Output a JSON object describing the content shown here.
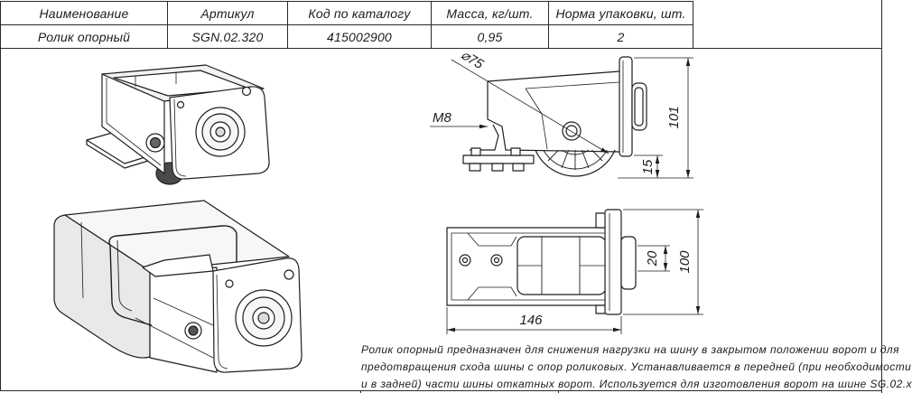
{
  "spec_table": {
    "headers": [
      "Наименование",
      "Артикул",
      "Код по каталогу",
      "Масса, кг/шт.",
      "Норма упаковки, шт."
    ],
    "rows": [
      [
        "Ролик опорный",
        "SGN.02.320",
        "415002900",
        "0,95",
        "2"
      ]
    ]
  },
  "side_view": {
    "diameter": "⌀75",
    "thread": "M8",
    "height": "101",
    "offset": "15"
  },
  "top_view": {
    "rail_width": "20",
    "width": "100",
    "length": "146"
  },
  "description": [
    "Ролик опорный предназначен для снижения нагрузки на шину в закрытом положении ворот и для",
    "предотвращения схода шины с опор роликовых. Устанавливается в передней (при необходимости",
    "и в задней) части шины откатных ворот. Используется для изготовления ворот на шине SG.02.x"
  ]
}
